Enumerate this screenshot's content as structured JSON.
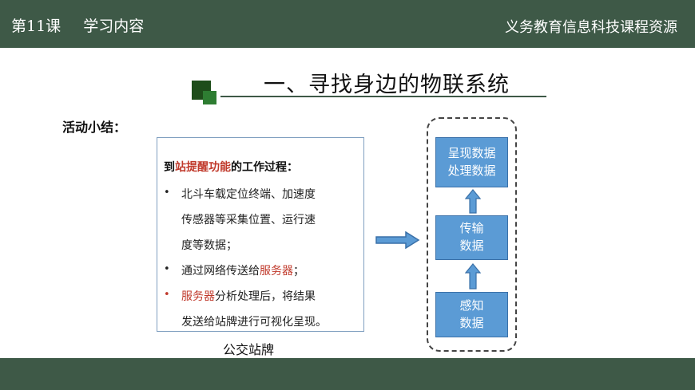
{
  "header": {
    "lesson": "第11课",
    "section": "学习内容",
    "resource": "义务教育信息科技课程资源"
  },
  "slide": {
    "title": "一、寻找身边的物联系统",
    "summary_label": "活动小结："
  },
  "process_box": {
    "heading_prefix": "到",
    "heading_highlight": "站提醒功能",
    "heading_suffix": "的工作过程：",
    "bullet_symbol": "•",
    "item1_line1": "北斗车载定位终端、加速度",
    "item1_line2": "传感器等采集位置、运行速",
    "item1_line3": "度等数据；",
    "item2_prefix": "通过网络传送给",
    "item2_highlight": "服务器",
    "item2_suffix": "；",
    "item3_highlight": "服务器",
    "item3_suffix": "分析处理后，将结果",
    "item3_line2": "发送给站牌进行可视化呈现。"
  },
  "caption": "公交站牌",
  "flow": {
    "top_line1": "呈现数据",
    "top_line2": "处理数据",
    "mid_line1": "传输",
    "mid_line2": "数据",
    "bottom_line1": "感知",
    "bottom_line2": "数据"
  },
  "colors": {
    "bar": "#3e5947",
    "box_blue": "#5b9bd5",
    "highlight_red": "#c0392b"
  }
}
